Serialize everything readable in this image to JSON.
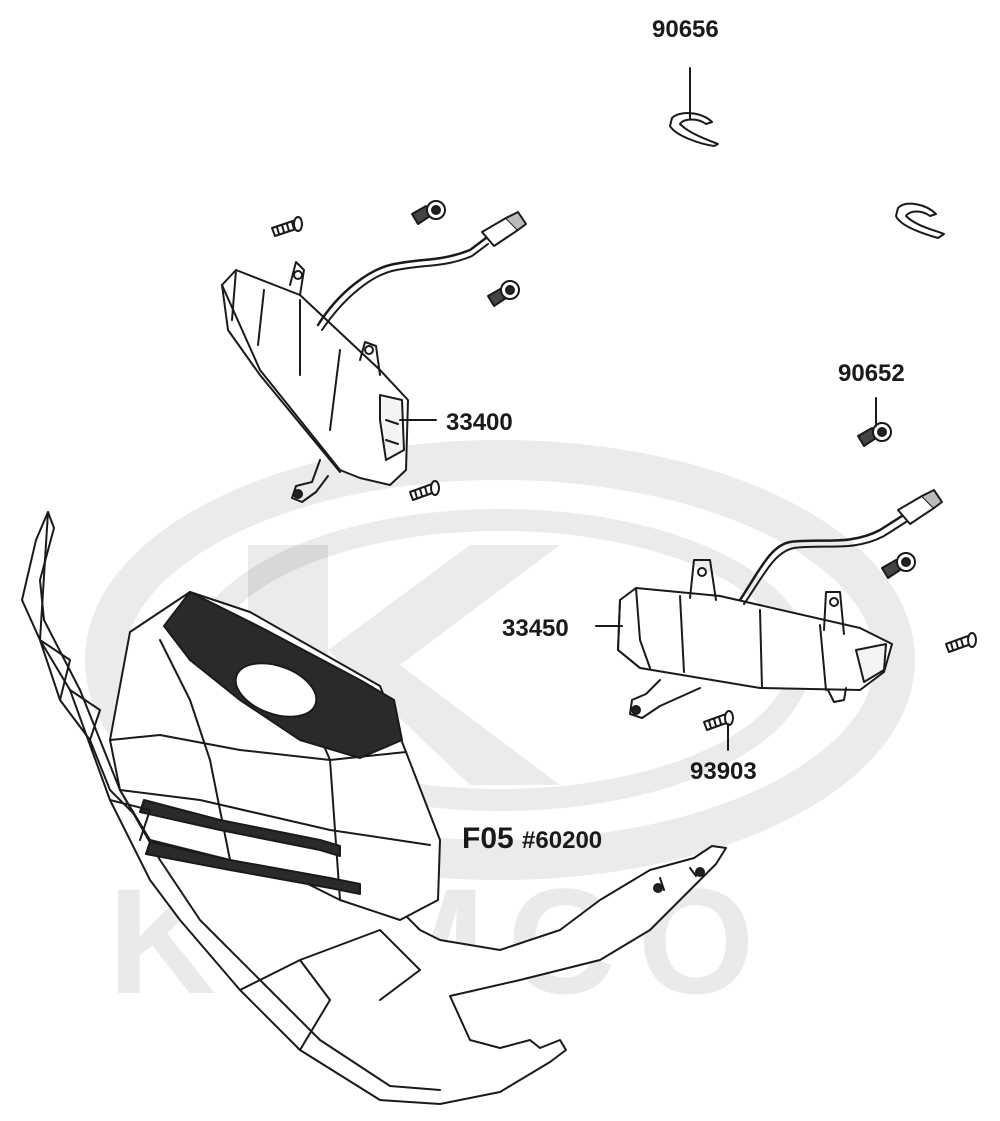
{
  "watermark": {
    "brand": "KYMCO"
  },
  "parts": {
    "p90656": "90656",
    "p90652": "90652",
    "p33400": "33400",
    "p33450": "33450",
    "p93903": "93903"
  },
  "section": {
    "code": "F05",
    "ref": "#60200"
  },
  "colors": {
    "line": "#1a1a1a",
    "watermark": "#d6d6d6",
    "paper": "#ffffff"
  }
}
